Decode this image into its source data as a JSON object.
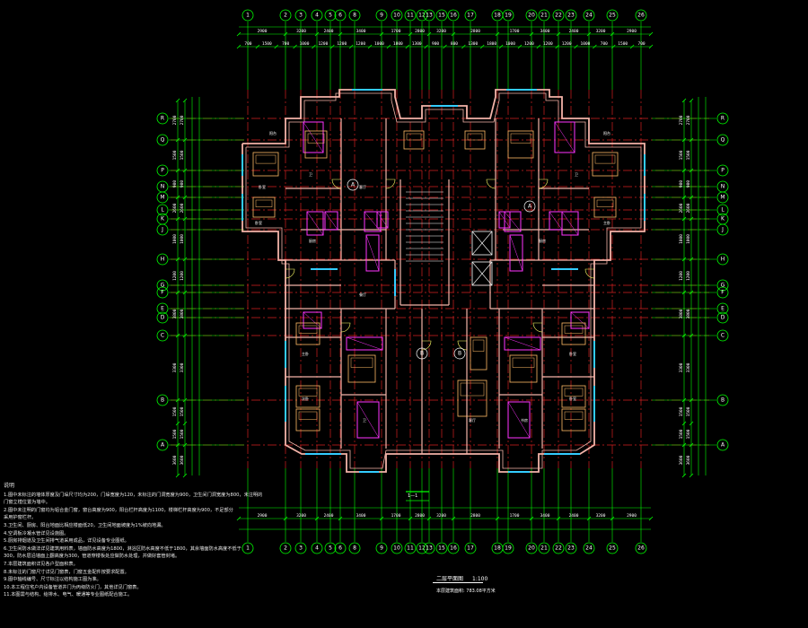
{
  "drawing": {
    "title": "二层平面图",
    "scale": "1:100",
    "area_note": "本层建筑面积: 783.08平方米",
    "section_label": "1—1"
  },
  "colors": {
    "background": "#000000",
    "axis_grid": "#d42020",
    "dimension": "#00ff00",
    "wall": "#f3b3a8",
    "wall_alt": "#c8b090",
    "window": "#33ccff",
    "sanitary": "#ff33ff",
    "furniture": "#ffbb66",
    "text": "#ffffff",
    "door": "#ffff66"
  },
  "axes": {
    "top": [
      "1",
      "2",
      "3",
      "4",
      "5",
      "6",
      "8",
      "9",
      "10",
      "11",
      "12",
      "13",
      "15",
      "16",
      "17",
      "18",
      "19",
      "20",
      "21",
      "22",
      "23",
      "24",
      "25",
      "26"
    ],
    "bottom": [
      "1",
      "2",
      "3",
      "4",
      "5",
      "6",
      "8",
      "9",
      "10",
      "11",
      "12",
      "13",
      "15",
      "16",
      "17",
      "18",
      "19",
      "20",
      "21",
      "22",
      "23",
      "24",
      "25",
      "26"
    ],
    "left": [
      "R",
      "Q",
      "P",
      "N",
      "M",
      "L",
      "K",
      "J",
      "H",
      "G",
      "F",
      "E",
      "D",
      "C",
      "B",
      "A"
    ],
    "right": [
      "R",
      "Q",
      "P",
      "N",
      "M",
      "L",
      "K",
      "J",
      "H",
      "G",
      "F",
      "E",
      "D",
      "C",
      "B",
      "A"
    ]
  },
  "dimensions": {
    "top_overall": [
      "2900",
      "3200",
      "2400",
      "3400",
      "1700",
      "2800",
      "3200",
      "2800",
      "1700",
      "3400",
      "2400",
      "3200",
      "2900"
    ],
    "top_detail": [
      "700",
      "1500",
      "700",
      "1000",
      "1200",
      "1200",
      "1200",
      "1000",
      "1800",
      "1300",
      "900",
      "800",
      "1300",
      "1800",
      "1000",
      "1200",
      "1200",
      "1200",
      "1000",
      "700",
      "1500",
      "700"
    ],
    "bottom_overall": [
      "2900",
      "3200",
      "2400",
      "3400",
      "1700",
      "2800",
      "3200",
      "2800",
      "1700",
      "3400",
      "2400",
      "3200",
      "2900"
    ],
    "left_levels": [
      "2700",
      "1500",
      "900",
      "2600",
      "1000",
      "1200",
      "3800",
      "3300",
      "1500",
      "1500",
      "3600"
    ],
    "right_levels": [
      "2700",
      "1500",
      "900",
      "2600",
      "1000",
      "1200",
      "3800",
      "3300",
      "1500",
      "1500",
      "3600"
    ]
  },
  "units": [
    {
      "label": "A"
    },
    {
      "label": "A"
    },
    {
      "label": "B"
    },
    {
      "label": "B"
    }
  ],
  "rooms": [
    "卧室",
    "卧室",
    "卫",
    "厨房",
    "客厅",
    "餐厅",
    "主卧",
    "次卧",
    "卫",
    "卧室",
    "卧室",
    "书房",
    "客厅",
    "厨房",
    "阳台",
    "阳台",
    "卫",
    "主卧"
  ],
  "notes": {
    "title": "说明",
    "lines": [
      "1.图中未标注的墙体厚度及门垛尺寸均为200，门垛宽度为120，未标注的门洞宽度为900，卫生间门洞宽度为800，未注明的",
      "  门窗立樘位置为墙中。",
      "2.图中未注明的门窗均为铝合金门窗，窗台高度为900，阳台栏杆高度为1100，楼梯栏杆高度为900，不足部分",
      "  采用护窗栏杆。",
      "3.卫生间、厨房、阳台地面比相应楼面低20，卫生间地面坡度为1%坡向地漏。",
      "4.空调板冷凝水管详见设施图。",
      "5.厨房排烟道及卫生间排气道采用成品，详见设备专业图纸。",
      "6.卫生间防水做法详见建筑用料表，墙面防水高度为1800，淋浴区防水高度不低于1800，其余墙面防水高度不低于",
      "  300，防水层沿墙面上翻高度为300，管道穿楼板处应做防水处理，并做好套管封堵。",
      "7.本层建筑面积详见各户型面积表。",
      "8.未标注的门窗尺寸详见门窗表，门窗五金配件按要求配置。",
      "9.图中轴线编号、尺寸标注以结构施工图为准。",
      "10.本工程住宅户内设备管道井门为丙级防火门，其他详见门窗表。",
      "11.本图需与结构、给排水、电气、暖通等专业图纸配合施工。"
    ]
  }
}
